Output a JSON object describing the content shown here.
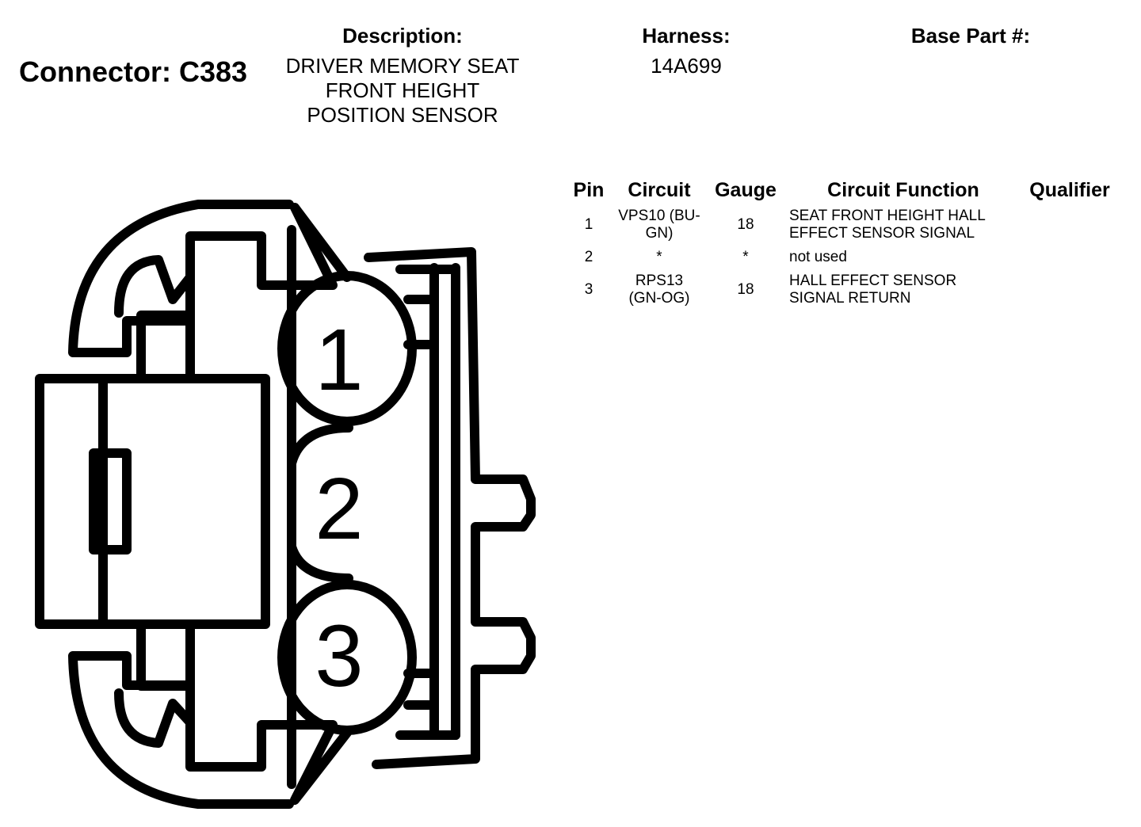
{
  "connector": {
    "label": "Connector: C383"
  },
  "description": {
    "header": "Description:",
    "lines": [
      "DRIVER MEMORY SEAT",
      "FRONT HEIGHT",
      "POSITION SENSOR"
    ]
  },
  "harness": {
    "header": "Harness:",
    "value": "14A699"
  },
  "base_part": {
    "header": "Base Part #:",
    "value": ""
  },
  "pin_table": {
    "headers": {
      "pin": "Pin",
      "circuit": "Circuit",
      "gauge": "Gauge",
      "function": "Circuit Function",
      "qualifier": "Qualifier"
    },
    "rows": [
      {
        "pin": "1",
        "circuit": [
          "VPS10 (BU-",
          "GN)"
        ],
        "gauge": "18",
        "function": [
          "SEAT FRONT HEIGHT HALL",
          "EFFECT SENSOR SIGNAL"
        ],
        "qualifier": ""
      },
      {
        "pin": "2",
        "circuit": [
          "*"
        ],
        "gauge": "*",
        "function": [
          "not used"
        ],
        "qualifier": ""
      },
      {
        "pin": "3",
        "circuit": [
          "RPS13",
          "(GN-OG)"
        ],
        "gauge": "18",
        "function": [
          "HALL EFFECT SENSOR",
          "SIGNAL RETURN"
        ],
        "qualifier": ""
      }
    ]
  },
  "diagram": {
    "pin_labels": [
      "1",
      "2",
      "3"
    ]
  }
}
